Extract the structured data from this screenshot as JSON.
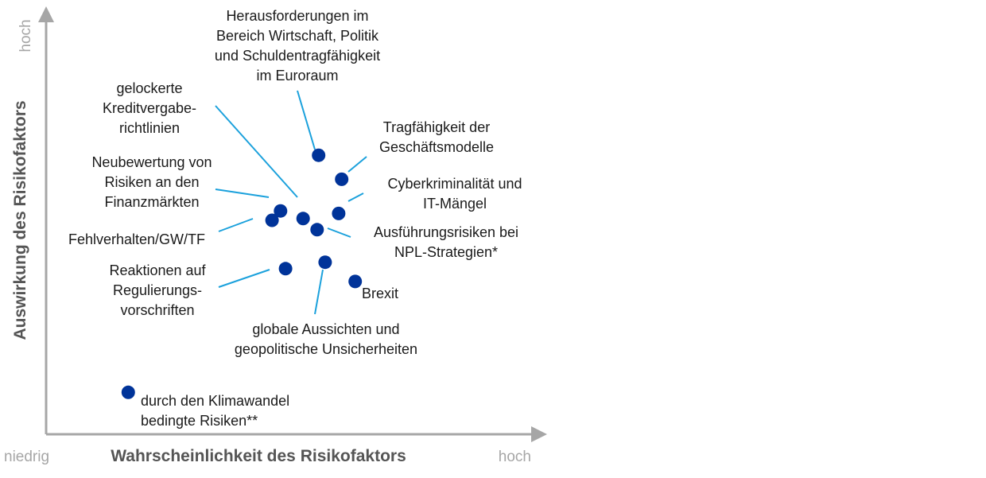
{
  "chart_data": {
    "type": "scatter",
    "xlabel": "Wahrscheinlichkeit des Risikofaktors",
    "ylabel": "Auswirkung des Risikofaktors",
    "x_low_label": "niedrig",
    "x_high_label": "hoch",
    "y_high_label": "hoch",
    "xlim": [
      0,
      100
    ],
    "ylim": [
      0,
      100
    ],
    "grid": false,
    "colors": {
      "point": "#003399",
      "leader": "#1ba1dc",
      "axis": "#a6a6a6"
    },
    "points": [
      {
        "id": "euroraum",
        "label": [
          "Herausforderungen im",
          "Bereich Wirtschaft, Politik",
          "und Schuldentragfähigkeit",
          "im Euroraum"
        ],
        "x": 54.4,
        "y": 65.2
      },
      {
        "id": "geschaeftsmodelle",
        "label": [
          "Tragfähigkeit der",
          "Geschäftsmodelle"
        ],
        "x": 59.0,
        "y": 59.6
      },
      {
        "id": "cyber",
        "label": [
          "Cyberkriminalität und",
          "IT-Mängel"
        ],
        "x": 58.4,
        "y": 51.6
      },
      {
        "id": "kredit",
        "label": [
          "gelockerte",
          "Kreditvergabe-",
          "richtlinien"
        ],
        "x": 51.3,
        "y": 50.4
      },
      {
        "id": "neubewertung",
        "label": [
          "Neubewertung von",
          "Risiken an den",
          "Finanzmärkten"
        ],
        "x": 46.8,
        "y": 52.2
      },
      {
        "id": "fehlverhalten",
        "label": [
          "Fehlverhalten/GW/TF"
        ],
        "x": 45.1,
        "y": 50.0
      },
      {
        "id": "npl",
        "label": [
          "Ausführungsrisiken bei",
          "NPL-Strategien*"
        ],
        "x": 54.1,
        "y": 47.8
      },
      {
        "id": "regulierung",
        "label": [
          "Reaktionen auf",
          "Regulierungs-",
          "vorschriften"
        ],
        "x": 47.8,
        "y": 38.7
      },
      {
        "id": "global",
        "label": [
          "globale Aussichten und",
          "geopolitische Unsicherheiten"
        ],
        "x": 55.7,
        "y": 40.2
      },
      {
        "id": "brexit",
        "label": [
          "Brexit"
        ],
        "x": 61.7,
        "y": 35.7
      },
      {
        "id": "klima",
        "label": [
          "durch den Klimawandel",
          "bedingte Risiken**"
        ],
        "x": 16.4,
        "y": 9.8
      }
    ]
  }
}
